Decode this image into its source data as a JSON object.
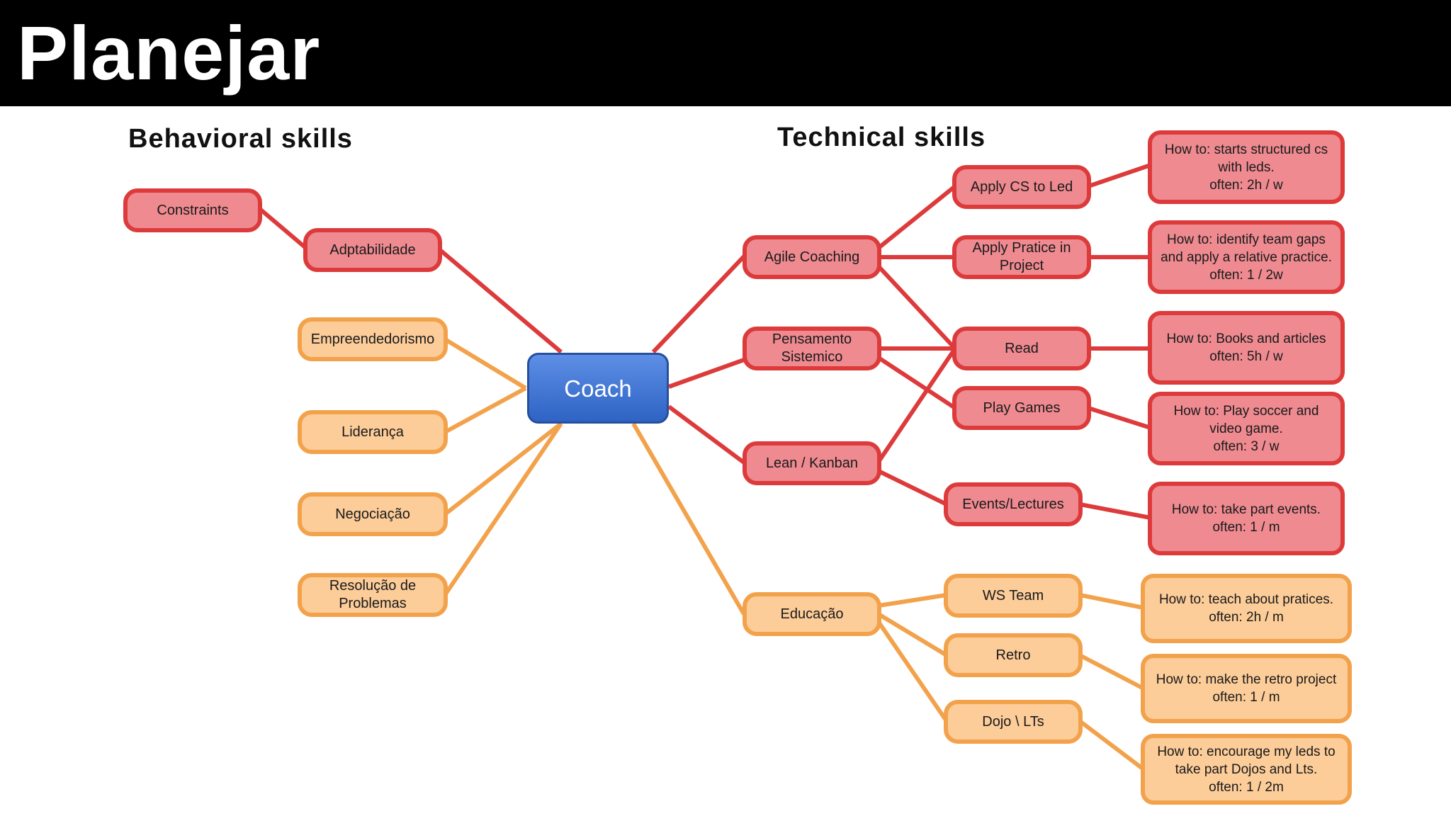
{
  "page": {
    "title": "Planejar"
  },
  "sections": {
    "behavioral": "Behavioral skills",
    "technical": "Technical skills"
  },
  "colors": {
    "red_fill": "#ee8a90",
    "red_border": "#dd3b3b",
    "orange_fill": "#fccc99",
    "orange_border": "#f3a24c",
    "center_fill": "#3a6fd0"
  },
  "center": {
    "label": "Coach"
  },
  "behavioral": {
    "adaptability": "Adptabilidade",
    "constraints": "Constraints",
    "entrepreneurship": "Empreendedorismo",
    "leadership": "Liderança",
    "negotiation": "Negociação",
    "problem_solving": "Resolução de\nProblemas"
  },
  "technical": {
    "agile_coaching": "Agile Coaching",
    "systemic_thinking": "Pensamento\nSistemico",
    "lean_kanban": "Lean / Kanban",
    "education": "Educação",
    "apply_cs": "Apply CS to Led",
    "apply_practice": "Apply Pratice in\nProject",
    "read": "Read",
    "play_games": "Play Games",
    "events": "Events/Lectures",
    "ws_team": "WS Team",
    "retro": "Retro",
    "dojo": "Dojo \\ LTs"
  },
  "details": {
    "apply_cs": "How to: starts structured cs\nwith leds.\noften: 2h / w",
    "apply_practice": "How to: identify team gaps\nand apply a relative practice.\noften: 1 / 2w",
    "read": "How to: Books and articles\noften: 5h / w",
    "play_games": "How to: Play soccer and\nvideo game.\noften: 3 / w",
    "events": "How to: take part events.\noften: 1 / m",
    "ws_team": "How to: teach about pratices.\noften: 2h / m",
    "retro": "How to: make the retro project\noften: 1 / m",
    "dojo": "How to: encourage my leds to\ntake part Dojos and Lts.\noften: 1 / 2m"
  }
}
